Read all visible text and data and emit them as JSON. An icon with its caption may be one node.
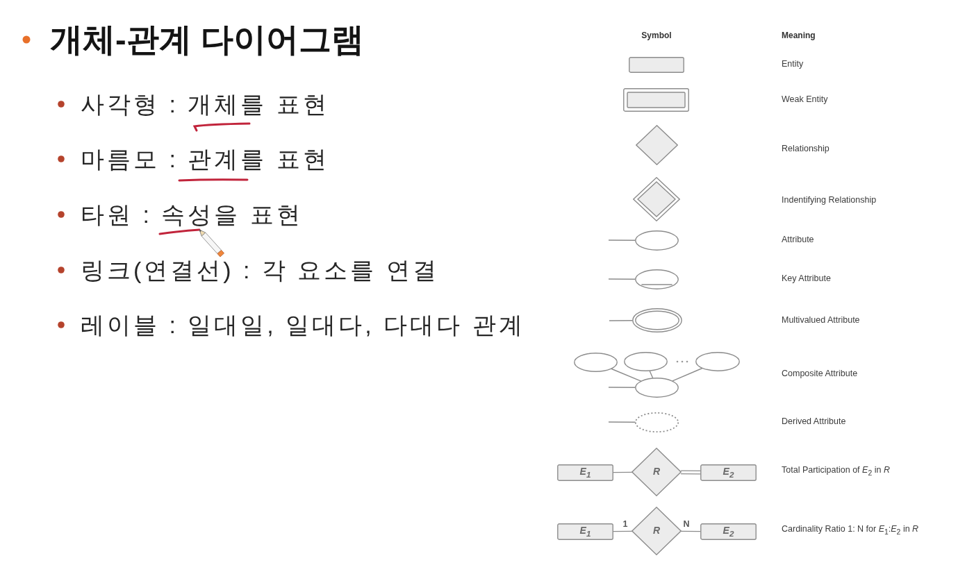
{
  "diagram": {
    "title": "개체-관계 다이어그램",
    "nodes": [
      {
        "text": [],
        "shape": "box"
      },
      {
        "text": [],
        "shape": "box"
      },
      {
        "text": [],
        "shape": "diamond"
      },
      {
        "text": [],
        "shape": "diamond"
      },
      {
        "text": [],
        "shape": "ellipse"
      },
      {
        "text": [],
        "shape": "ellipse"
      },
      {
        "text": [],
        "shape": "ellipse"
      },
      {
        "text": [],
        "shape": "ellipse"
      },
      {
        "text": [],
        "shape": "ellipse"
      },
      {
        "text": [],
        "shape": "ellipse"
      },
      {
        "text": [],
        "shape": "ellipse"
      },
      {
        "text": [],
        "shape": "ellipse"
      },
      {
        "text": [
          "E$_{1}$"
        ]
      },
      {
        "text": [
          "R"
        ]
      },
      {
        "text": [
          "E$_{2}$"
        ]
      },
      {
        "text": [
          "E$_{1}$"
        ]
      },
      {
        "text": [
          "R"
        ]
      },
      {
        "text": [
          "E$_{2}$"
        ]
      }
    ],
    "edges": [
      {
        "from": null,
        "to": 4,
        "arrow": "none"
      },
      {
        "from": null,
        "to": 5,
        "arrow": "none"
      },
      {
        "from": null,
        "to": 6,
        "arrow": "none"
      },
      {
        "from": 7,
        "to": 10,
        "arrow": "none"
      },
      {
        "from": 8,
        "to": 10,
        "arrow": "none"
      },
      {
        "from": 9,
        "to": 10,
        "arrow": "none"
      },
      {
        "from": null,
        "to": 10,
        "arrow": "none"
      },
      {
        "from": null,
        "to": 11,
        "arrow": "none"
      },
      {
        "from": 12,
        "to": 13,
        "arrow": "none"
      },
      {
        "from": 13,
        "to": 14,
        "arrow": "none"
      },
      {
        "from": 15,
        "to": 16,
        "arrow": "none",
        "label": "1"
      },
      {
        "from": 16,
        "to": 17,
        "arrow": "none",
        "label": "N"
      }
    ],
    "labels": [
      "사각형 : 개체를 표현",
      "마름모 : 관계를 표현",
      "타원 : 속성을 표현",
      "링크(연결선) : 각 요소를 연결",
      "레이블 : 일대일, 일대다, 다대다 관계",
      "Symbol",
      "Meaning",
      "Entity",
      "Weak Entity",
      "Relationship",
      "Indentifying Relationship",
      "Attribute",
      "Key Attribute",
      "Multivalued Attribute",
      "Composite Attribute",
      "Derived Attribute",
      "Total Participation of *E*$_{2}$ in *R*",
      "Cardinality Ratio 1: N for *E*$_{1}$:*E*$_{2}$ in *R*"
    ]
  }
}
